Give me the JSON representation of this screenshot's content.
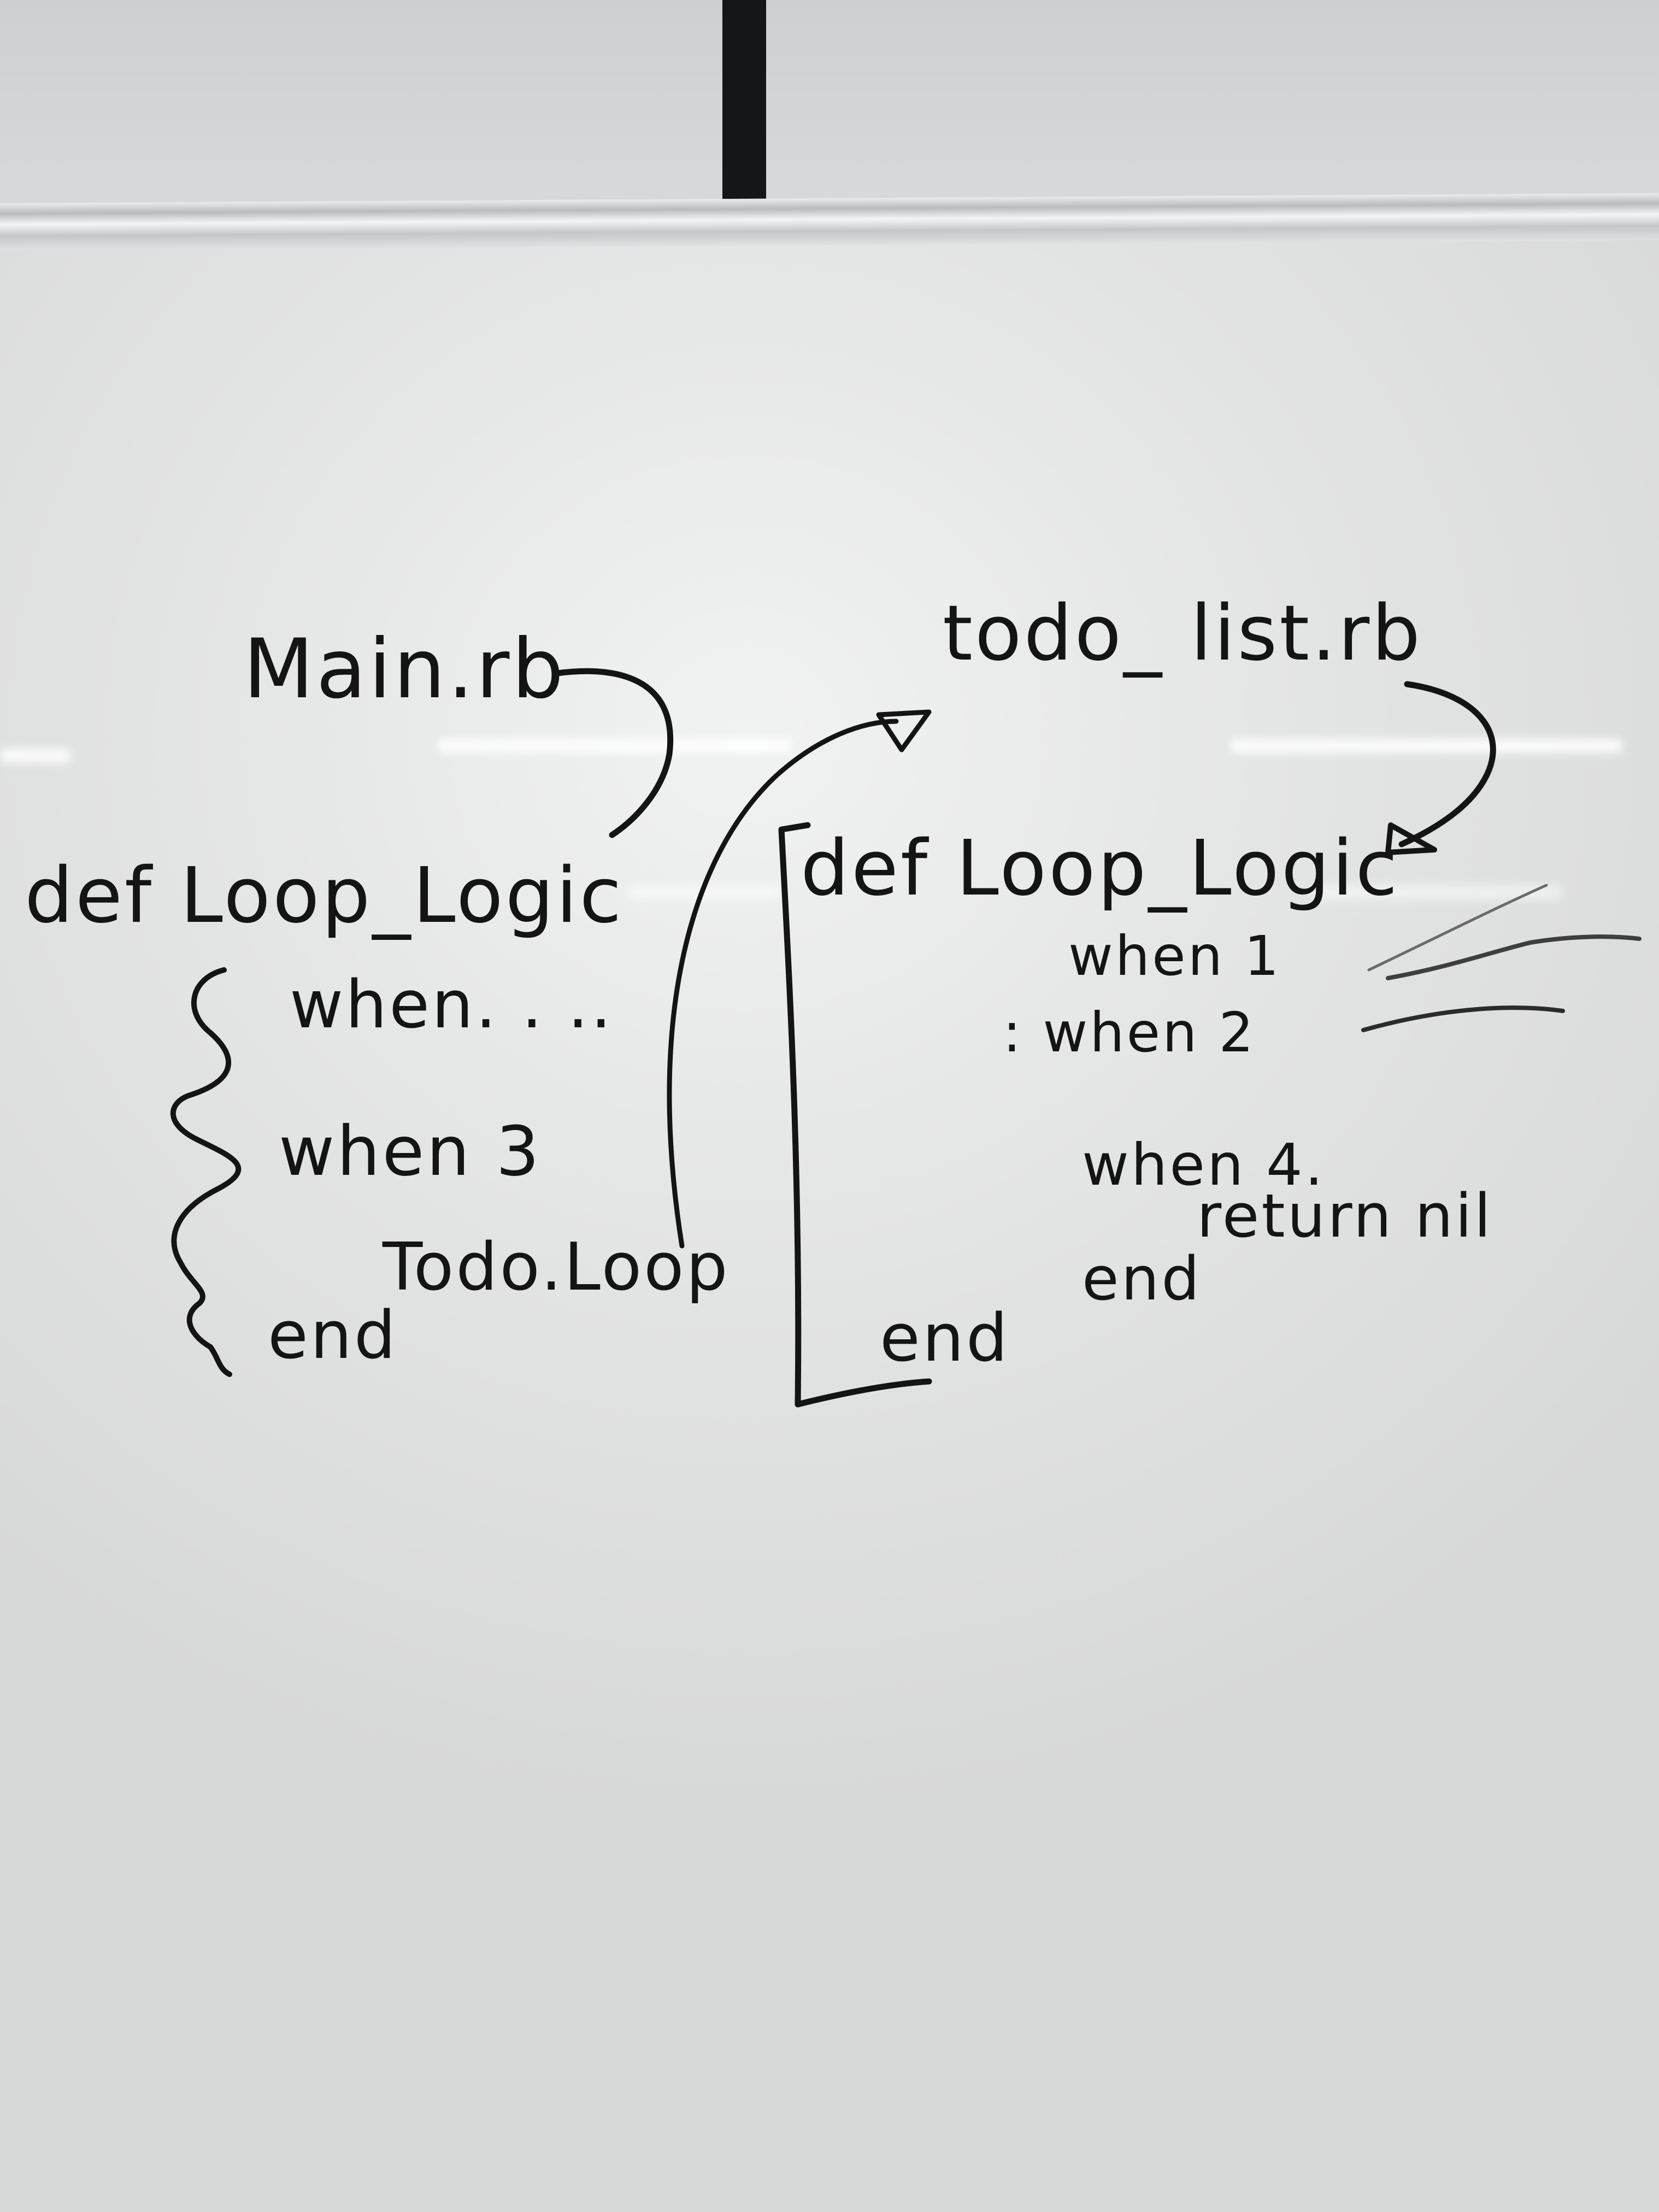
{
  "whiteboard": {
    "left_block": {
      "filename": "Main.rb",
      "def_line": "def Loop_Logic",
      "when_first": "when. . ..",
      "when_second": "when 3",
      "end_label": "end",
      "call": "Todo.Loop"
    },
    "right_block": {
      "filename": "todo_ list.rb",
      "def_line": "def Loop_Logic",
      "when_one": "when 1",
      "when_two": ": when 2",
      "when_four": "when 4.",
      "return_line": "return nil",
      "inner_end": "end",
      "outer_end": "end"
    }
  },
  "colors": {
    "ink": "#141414",
    "board": "#ebecec",
    "wall": "#cfd2d3",
    "seam": "#151617"
  }
}
